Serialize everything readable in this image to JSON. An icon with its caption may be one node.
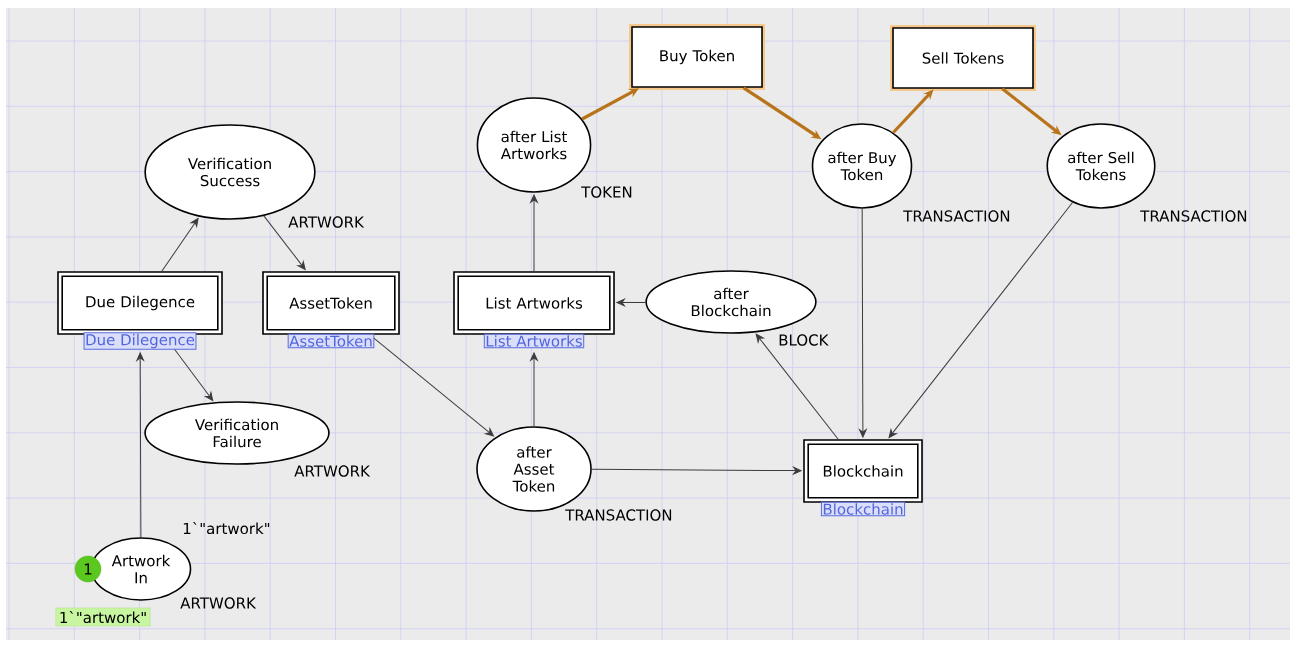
{
  "diagram": {
    "nodes": [
      {
        "text": [
          "Buy Token"
        ]
      },
      {
        "text": [
          "Sell Tokens"
        ]
      },
      {
        "text": [
          "after List Artworks"
        ],
        "beside": [
          "TOKEN"
        ]
      },
      {
        "text": [
          "Verification Success"
        ],
        "beside": [
          "ARTWORK"
        ]
      },
      {
        "text": [
          "after Buy Token"
        ],
        "beside": [
          "TRANSACTION"
        ]
      },
      {
        "text": [
          "after Sell Tokens"
        ],
        "beside": [
          "TRANSACTION"
        ]
      },
      {
        "text": [
          "Due Dilegence"
        ],
        "beside": [
          "Due Dilegence"
        ]
      },
      {
        "text": [
          "AssetToken"
        ],
        "beside": [
          "AssetToken"
        ]
      },
      {
        "text": [
          "List Artworks"
        ],
        "beside": [
          "List Artworks"
        ]
      },
      {
        "text": [
          "after Blockchain"
        ],
        "beside": [
          "BLOCK"
        ]
      },
      {
        "text": [
          "Verification Failure"
        ],
        "beside": [
          "ARTWORK"
        ]
      },
      {
        "text": [
          "after Asset Token"
        ],
        "beside": [
          "TRANSACTION"
        ]
      },
      {
        "text": [
          "Blockchain"
        ],
        "beside": [
          "Blockchain"
        ]
      },
      {
        "text": [
          "Artwork In"
        ],
        "beside": [
          "1`\"artwork\"",
          "1",
          "ARTWORK",
          "1`\"artwork\""
        ]
      }
    ],
    "edges": [
      {
        "from": 6,
        "to": 3,
        "arrow": "to"
      },
      {
        "from": 3,
        "to": 7,
        "arrow": "to"
      },
      {
        "from": 13,
        "to": 6,
        "arrow": "to"
      },
      {
        "from": 6,
        "to": 10,
        "arrow": "to"
      },
      {
        "from": 7,
        "to": 11,
        "arrow": "to"
      },
      {
        "from": 11,
        "to": 8,
        "arrow": "to"
      },
      {
        "from": 11,
        "to": 12,
        "arrow": "to"
      },
      {
        "from": 8,
        "to": 2,
        "arrow": "to"
      },
      {
        "from": 2,
        "to": 0,
        "arrow": "to",
        "style": "thick",
        "color": "#b8741a"
      },
      {
        "from": 0,
        "to": 4,
        "arrow": "to",
        "style": "thick",
        "color": "#b8741a"
      },
      {
        "from": 4,
        "to": 1,
        "arrow": "to",
        "style": "thick",
        "color": "#b8741a"
      },
      {
        "from": 1,
        "to": 5,
        "arrow": "to",
        "style": "thick",
        "color": "#b8741a"
      },
      {
        "from": 4,
        "to": 12,
        "arrow": "to"
      },
      {
        "from": 5,
        "to": 12,
        "arrow": "to"
      },
      {
        "from": 12,
        "to": 9,
        "arrow": "to"
      },
      {
        "from": 9,
        "to": 8,
        "arrow": "to"
      }
    ]
  }
}
